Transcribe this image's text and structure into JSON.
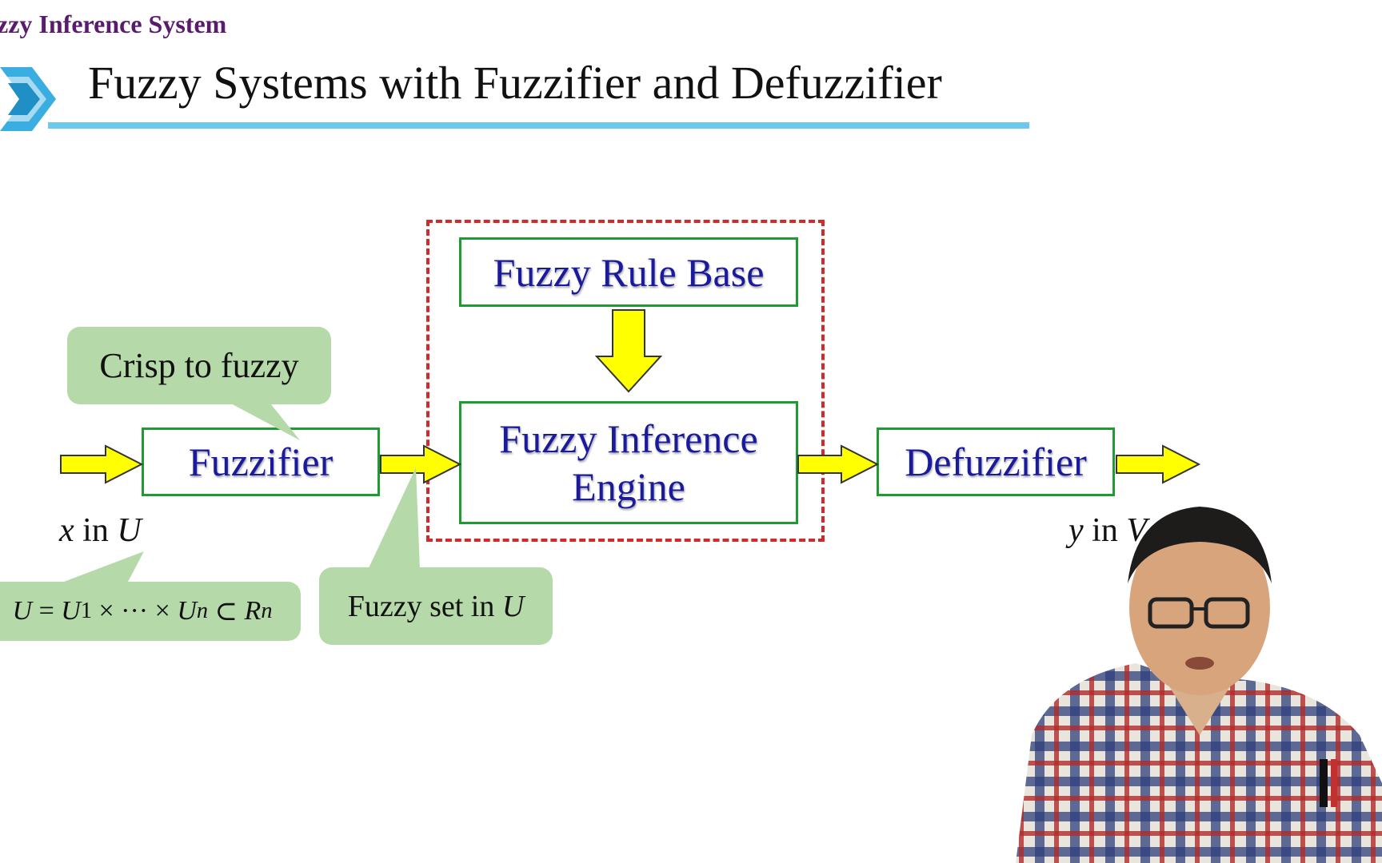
{
  "header": {
    "section": "zzy Inference System"
  },
  "slide": {
    "title": "Fuzzy Systems with Fuzzifier and Defuzzifier"
  },
  "diagram": {
    "blocks": {
      "rule_base": "Fuzzy Rule Base",
      "fuzzifier": "Fuzzifier",
      "inference_engine_line1": "Fuzzy Inference",
      "inference_engine_line2": "Engine",
      "defuzzifier": "Defuzzifier"
    },
    "callouts": {
      "crisp_to_fuzzy": "Crisp to fuzzy",
      "fuzzy_set": "Fuzzy set in ",
      "fuzzy_set_var": "U"
    },
    "formula": {
      "U": "U",
      "eq": " = ",
      "U1": "U",
      "sub1": "1",
      "times1": " × ··· × ",
      "Un": "U",
      "subn": "n",
      "subset": " ⊂ ",
      "R": "R",
      "supn": "n"
    },
    "labels": {
      "input_var": "x",
      "input_in": " in ",
      "input_space": "U",
      "output_var": "y",
      "output_in": " in ",
      "output_space": "V"
    }
  },
  "colors": {
    "block_border": "#1e9c33",
    "block_text": "#1a1a9c",
    "arrow_fill": "#ffff00",
    "callout_bg": "#b5d9a8",
    "dashed_border": "#d12a2a",
    "title_rule": "#6cc8ec",
    "header_text": "#5a1a6e"
  },
  "icons": {
    "logo": "chevron-logo-icon",
    "arrow": "yellow-arrow-icon"
  }
}
